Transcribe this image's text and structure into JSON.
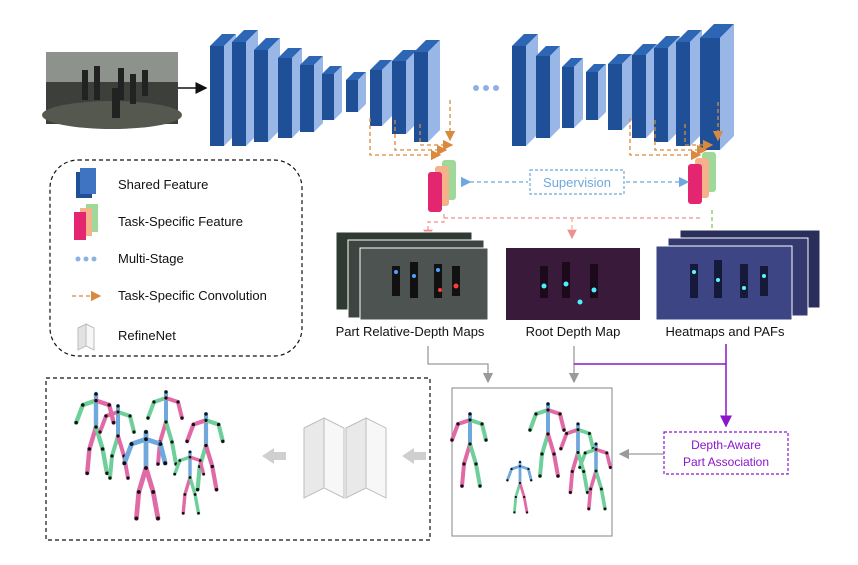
{
  "legend": {
    "items": [
      {
        "label": "Shared Feature",
        "icon": "shared-feature-block-icon"
      },
      {
        "label": "Task-Specific Feature",
        "icon": "task-specific-feature-block-icon"
      },
      {
        "label": "Multi-Stage",
        "icon": "multi-stage-dots-icon"
      },
      {
        "label": "Task-Specific Convolution",
        "icon": "dashed-arrow-icon"
      },
      {
        "label": "RefineNet",
        "icon": "refinenet-block-icon"
      }
    ]
  },
  "labels": {
    "supervision": "Supervision",
    "part_relative_depth": "Part Relative-Depth  Maps",
    "root_depth": "Root Depth Map",
    "heatmaps_pafs": "Heatmaps and PAFs",
    "association_line1": "Depth-Aware",
    "association_line2": "Part Association"
  },
  "colors": {
    "shared_block": "#2a5fa8",
    "shared_block_front": "#98b6e6",
    "task_pink": "#e3266f",
    "task_peach": "#f4b18a",
    "task_green": "#9fd99a",
    "conv_arrow": "#d98a3c",
    "supervision": "#6fa8dc",
    "association": "#8b16c9",
    "limb_blue": "#6fa8dc",
    "limb_pink": "#e06aa6",
    "limb_green": "#6fcf9a"
  }
}
